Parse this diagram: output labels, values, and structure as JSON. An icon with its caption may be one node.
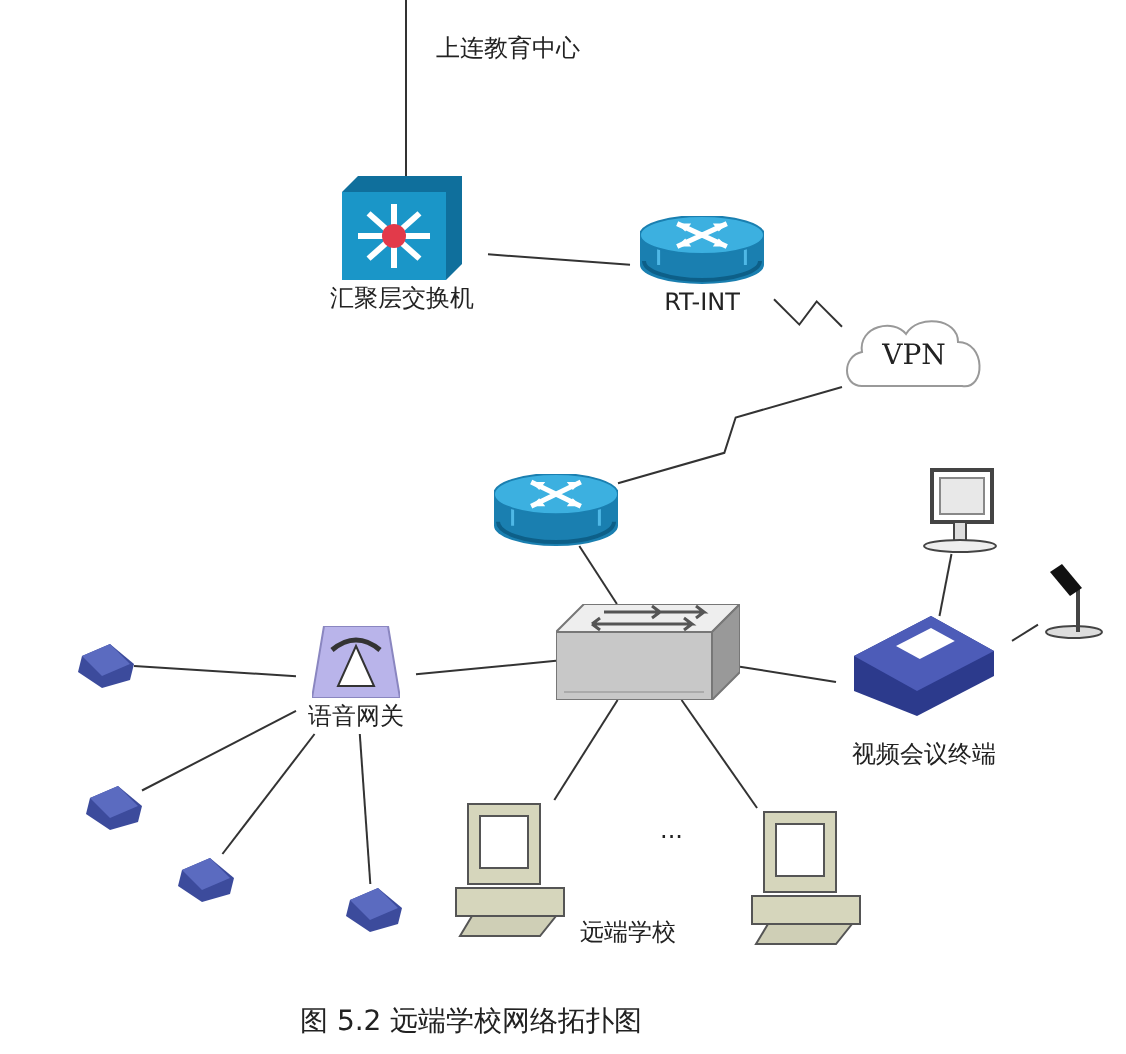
{
  "diagram": {
    "caption": "图 5.2 远端学校网络拓扑图",
    "nodes": [
      {
        "text": [
          "汇聚层交换机"
        ]
      },
      {
        "text": [
          "RT-INT"
        ]
      },
      {
        "text": [
          "VPN"
        ]
      },
      {
        "text": [],
        "shape": "picture"
      },
      {
        "text": [],
        "shape": "picture"
      },
      {
        "text": [
          "语音网关"
        ]
      },
      {
        "text": [
          "视频会议终端"
        ]
      },
      {
        "text": [],
        "shape": "picture"
      },
      {
        "text": [],
        "shape": "picture"
      },
      {
        "text": [],
        "shape": "picture"
      },
      {
        "text": [],
        "shape": "picture"
      },
      {
        "text": [],
        "shape": "picture"
      },
      {
        "text": [],
        "shape": "picture"
      },
      {
        "text": [],
        "shape": "picture"
      },
      {
        "text": [],
        "shape": "picture"
      }
    ],
    "edges": [
      {
        "from": null,
        "to": 0,
        "arrow": "none"
      },
      {
        "from": 0,
        "to": 1,
        "arrow": "none"
      },
      {
        "from": 1,
        "to": 2,
        "arrow": "none"
      },
      {
        "from": 2,
        "to": 3,
        "arrow": "none"
      },
      {
        "from": 3,
        "to": 4,
        "arrow": "none"
      },
      {
        "from": 5,
        "to": 4,
        "arrow": "none"
      },
      {
        "from": 4,
        "to": 6,
        "arrow": "none"
      },
      {
        "from": 6,
        "to": 7,
        "arrow": "none"
      },
      {
        "from": 6,
        "to": 8,
        "arrow": "none"
      },
      {
        "from": 9,
        "to": 5,
        "arrow": "none"
      },
      {
        "from": 10,
        "to": 5,
        "arrow": "none"
      },
      {
        "from": 11,
        "to": 5,
        "arrow": "none"
      },
      {
        "from": 12,
        "to": 5,
        "arrow": "none"
      },
      {
        "from": 4,
        "to": 13,
        "arrow": "none"
      },
      {
        "from": 4,
        "to": 14,
        "arrow": "none"
      }
    ],
    "labels": [
      "上连教育中心",
      "...",
      "远端学校"
    ]
  }
}
